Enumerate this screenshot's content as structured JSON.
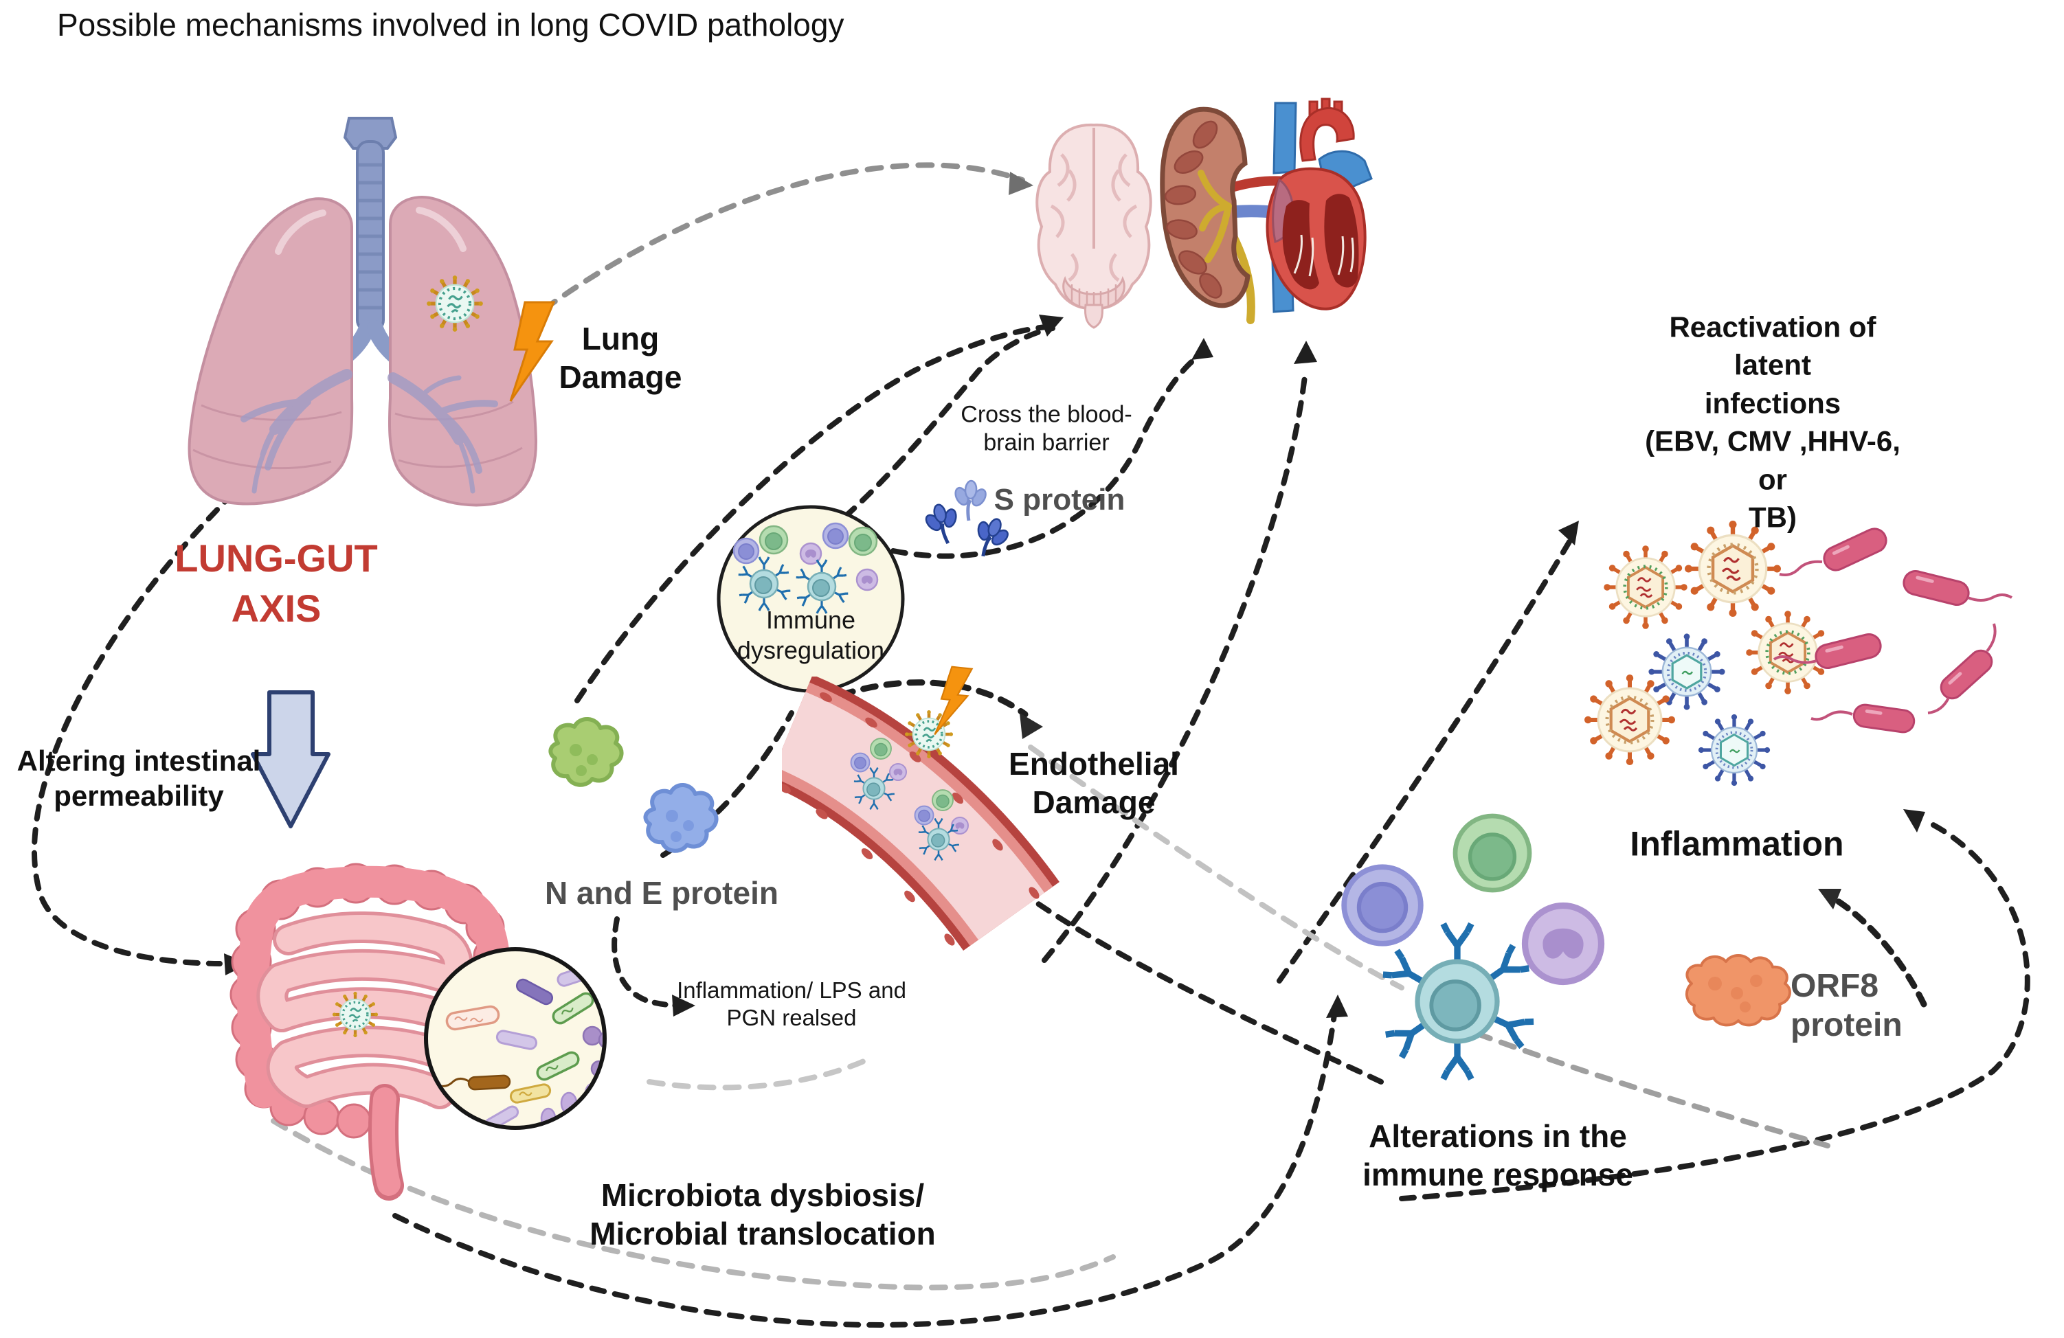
{
  "title": "Possible mechanisms involved in long COVID pathology",
  "labels": {
    "lung_damage": "Lung\nDamage",
    "lung_gut_axis": "LUNG-GUT\nAXIS",
    "altering_permeability": "Altering intestinal\npermeability",
    "n_e_protein": "N and E protein",
    "immune_dysregulation": "Immune\ndysregulation",
    "cross_bbb": "Cross the blood-\nbrain barrier",
    "s_protein": "S protein",
    "endothelial_damage": "Endothelial\nDamage",
    "microbiota": "Microbiota dysbiosis/\nMicrobial translocation",
    "inflammation_lps": "Inflammation/ LPS and\nPGN realsed",
    "reactivation": "Reactivation of latent\ninfections\n(EBV, CMV ,HHV-6, or\nTB)",
    "inflammation": "Inflammation",
    "orf8_protein": "ORF8\nprotein",
    "alterations_immune": "Alterations in the\nimmune response"
  },
  "colors": {
    "title_black": "#111111",
    "accent_red": "#c23b32",
    "protein_gray": "#4f4f4f",
    "lightning_orange": "#f5930f",
    "arrow_black": "#1f1f1f",
    "arrow_gray": "#8f8f8f",
    "arrow_light_gray": "#b5b5b5",
    "lung_pink": "#dcaab6",
    "trachea_blue": "#8b9bc7",
    "intestine_pink": "#f0929e",
    "vessel_wall_red": "#b6433f",
    "vessel_lumen_pink": "#f6d6d7",
    "block_arrow_fill": "#ccd5ea",
    "block_arrow_stroke": "#2d4071",
    "microbiota_circle_bg": "#fcf8e6",
    "immune_circle_bg": "#faf7e4",
    "orf8_orange": "#f09568",
    "tb_rod_pink": "#d95f80",
    "herpes_spike_orange": "#d2622a",
    "blue_virus": "#3d56a5"
  },
  "illustrations": [
    "lungs",
    "trachea",
    "coronavirus-particle",
    "lightning-bolt",
    "down-block-arrow",
    "intestine",
    "microbiota-magnifier",
    "gut-bacteria",
    "n-protein-blob",
    "e-protein-blob",
    "immune-dysregulation-circle",
    "immune-cells",
    "spike-proteins",
    "blood-vessel",
    "brain",
    "kidney",
    "heart",
    "herpesvirus",
    "blue-enveloped-virus",
    "tb-bacteria",
    "orf8-protein-blob",
    "dashed-connectors"
  ]
}
